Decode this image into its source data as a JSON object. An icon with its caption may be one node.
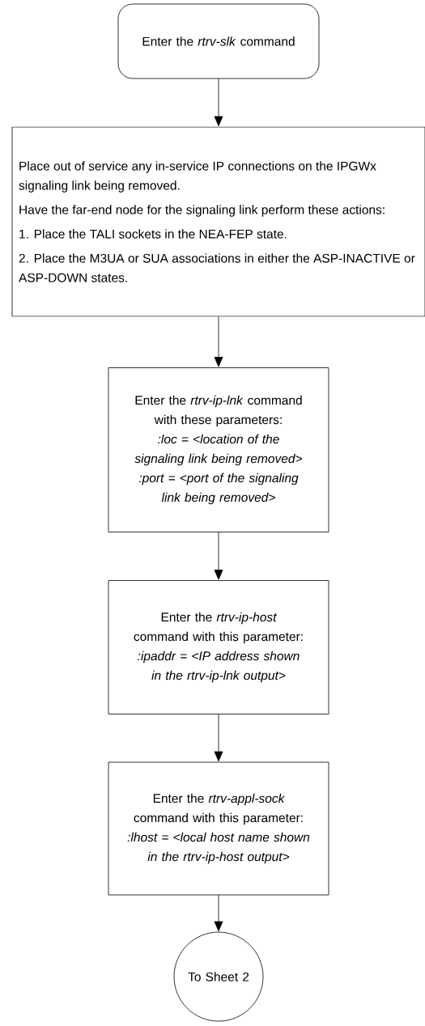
{
  "diagram": {
    "nodes": [
      {
        "text": [
          "Enter the *rtrv-slk* command"
        ]
      },
      {
        "text": [
          "Place out of service any in-service IP connections on the IPGWx signaling link being removed.",
          "Have the far-end node for the signaling link perform these actions:",
          "1. Place the TALI sockets in the NEA-FEP state.",
          "2. Place the M3UA or SUA associations in either the ASP-INACTIVE or ASP-DOWN states."
        ]
      },
      {
        "text": [
          "Enter the *rtrv-ip-lnk* command with these parameters:",
          ":loc = <location of the signaling link being removed>",
          ":port = <port of the signaling link being removed>"
        ]
      },
      {
        "text": [
          "Enter the *rtrv-ip-host* command with this parameter:",
          ":ipaddr = <IP address shown in the rtrv-ip-lnk output>"
        ]
      },
      {
        "text": [
          "Enter the *rtrv-appl-sock* command with this parameter:",
          ":lhost = <local host name shown in the rtrv-ip-host output>"
        ]
      },
      {
        "text": [
          "To Sheet 2"
        ]
      }
    ],
    "edges": [
      {
        "from": 0,
        "to": 1,
        "arrow": "to"
      },
      {
        "from": 1,
        "to": 2,
        "arrow": "to"
      },
      {
        "from": 2,
        "to": 3,
        "arrow": "to"
      },
      {
        "from": 3,
        "to": 4,
        "arrow": "to"
      },
      {
        "from": 4,
        "to": 5,
        "arrow": "to"
      }
    ]
  }
}
